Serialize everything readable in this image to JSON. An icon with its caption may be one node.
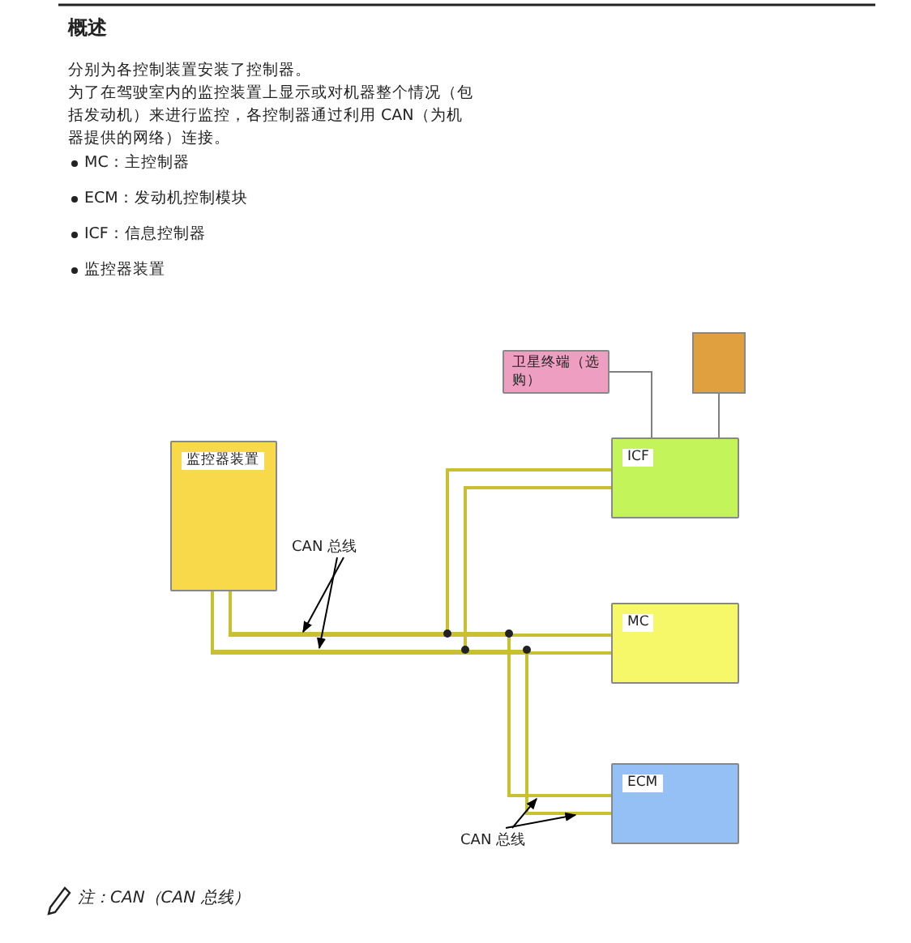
{
  "diagram": {
    "title": "概述",
    "nodes": [
      {
        "text": [
          "卫星终端（选购）"
        ]
      },
      {
        "text": [],
        "shape": "box"
      },
      {
        "text": [
          "监控器装置"
        ]
      },
      {
        "text": [
          "ICF"
        ]
      },
      {
        "text": [
          "CAN 总线"
        ]
      },
      {
        "text": [
          "MC"
        ]
      },
      {
        "text": [
          "ECM"
        ]
      },
      {
        "text": [
          "CAN 总线"
        ]
      }
    ],
    "edges": [
      {
        "from": 0,
        "to": 3,
        "arrow": "none",
        "color": "#808080"
      },
      {
        "from": 1,
        "to": 3,
        "arrow": "none",
        "color": "#808080"
      },
      {
        "from": 2,
        "to": 3,
        "arrow": "none",
        "color": "#c8c030"
      },
      {
        "from": 2,
        "to": 5,
        "arrow": "none",
        "color": "#c8c030"
      },
      {
        "from": 2,
        "to": 6,
        "arrow": "none",
        "color": "#c8c030"
      },
      {
        "from": 4,
        "to": null,
        "arrow": "to",
        "color": "#000000"
      },
      {
        "from": 4,
        "to": null,
        "arrow": "to",
        "color": "#000000"
      },
      {
        "from": 7,
        "to": null,
        "arrow": "to",
        "color": "#000000"
      },
      {
        "from": 7,
        "to": null,
        "arrow": "to",
        "color": "#000000"
      }
    ],
    "labels": [
      "分别为各控制装置安装了控制器。",
      "为了在驾驶室内的监控装置上显示或对机器整个情况（包括发动机）来进行监控，各控制器通过利用 CAN（为机器提供的网络）连接。",
      "MC：主控制器",
      "ECM：发动机控制模块",
      "ICF：信息控制器",
      "监控器装置"
    ],
    "caption": "注：CAN（CAN 总线）"
  }
}
